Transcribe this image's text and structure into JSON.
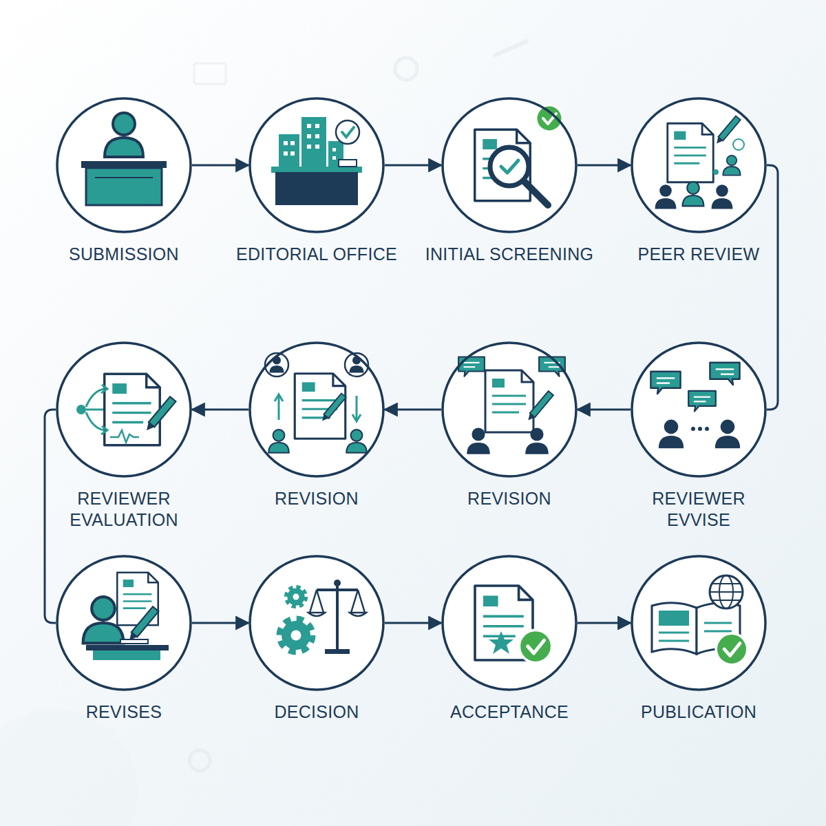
{
  "diagram": {
    "nodes": [
      {
        "text": [
          "SUBMISSION"
        ]
      },
      {
        "text": [
          "EDITORIAL OFFICE"
        ]
      },
      {
        "text": [
          "INITIAL SCREENING"
        ]
      },
      {
        "text": [
          "PEER REVIEW"
        ]
      },
      {
        "text": [
          "REVIEWER EVALUATION"
        ]
      },
      {
        "text": [
          "REVISION"
        ]
      },
      {
        "text": [
          "REVISION"
        ]
      },
      {
        "text": [
          "REVIEWER EVVISE"
        ]
      },
      {
        "text": [
          "REVISES"
        ]
      },
      {
        "text": [
          "DECISION"
        ]
      },
      {
        "text": [
          "ACCEPTANCE"
        ]
      },
      {
        "text": [
          "PUBLICATION"
        ]
      }
    ],
    "edges": [
      {
        "from": 0,
        "to": 1,
        "arrow": "to"
      },
      {
        "from": 1,
        "to": 2,
        "arrow": "to"
      },
      {
        "from": 2,
        "to": 3,
        "arrow": "to"
      },
      {
        "from": 3,
        "to": 7,
        "arrow": "none"
      },
      {
        "from": 7,
        "to": 6,
        "arrow": "to"
      },
      {
        "from": 6,
        "to": 5,
        "arrow": "to"
      },
      {
        "from": 5,
        "to": 4,
        "arrow": "to"
      },
      {
        "from": 4,
        "to": 8,
        "arrow": "none"
      },
      {
        "from": 8,
        "to": 9,
        "arrow": "to"
      },
      {
        "from": 9,
        "to": 10,
        "arrow": "to"
      },
      {
        "from": 10,
        "to": 11,
        "arrow": "to"
      }
    ]
  }
}
